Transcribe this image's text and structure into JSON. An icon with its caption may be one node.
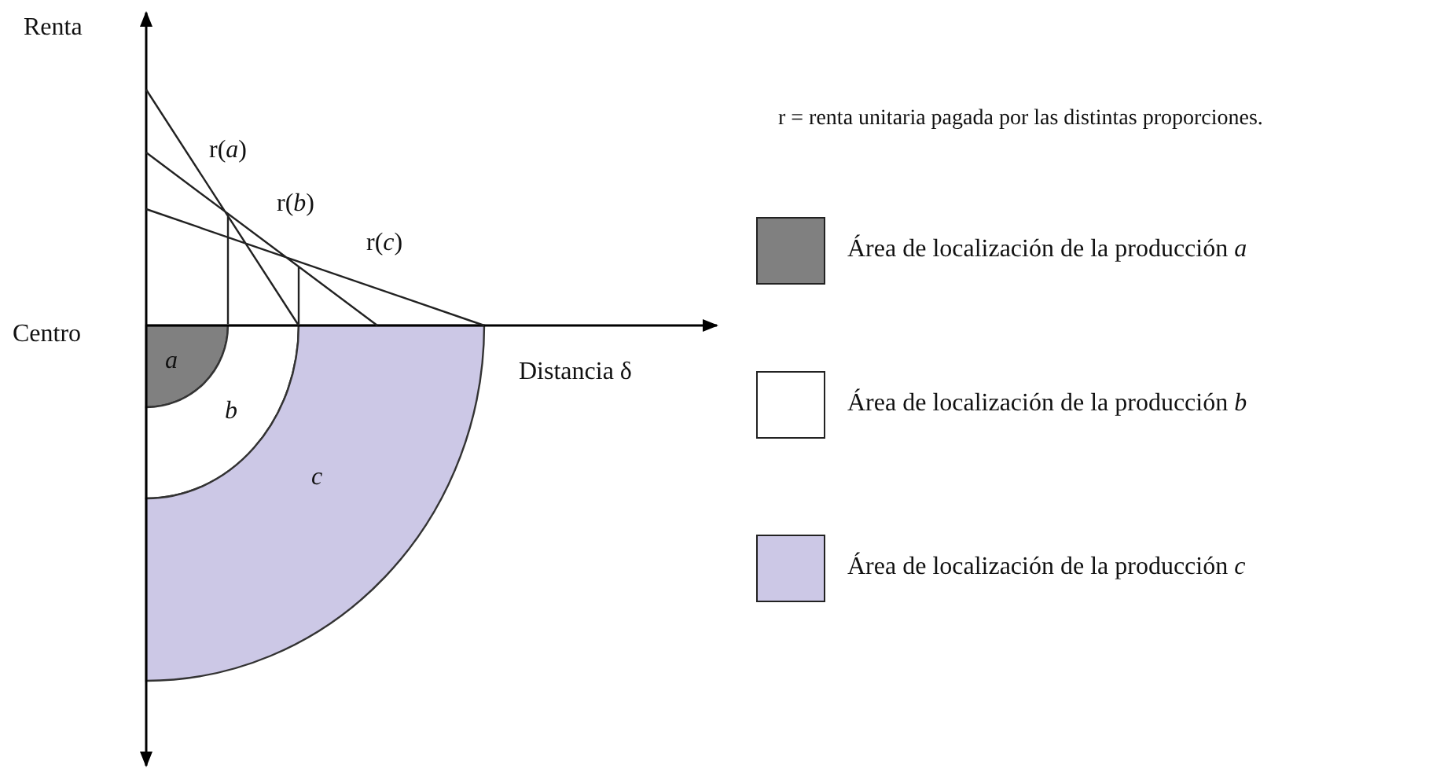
{
  "diagram": {
    "nodes": [
      {
        "text": [
          "a"
        ]
      },
      {
        "text": [
          "b"
        ]
      },
      {
        "text": [
          "c"
        ]
      }
    ],
    "labels": [
      "Renta",
      "r(*a*)",
      "r(*b*)",
      "r(*c*)",
      "Centro",
      "Distancia δ",
      "r = renta unitaria pagada por las distintas proporciones."
    ],
    "legend": [
      {
        "text": "Área de localización de la producción *a*",
        "color": "#808080"
      },
      {
        "text": "Área de localización de la producción *b*",
        "color": "#ffffff"
      },
      {
        "text": "Área de localización de la producción *c*",
        "color": "#ccc8e6"
      }
    ]
  }
}
